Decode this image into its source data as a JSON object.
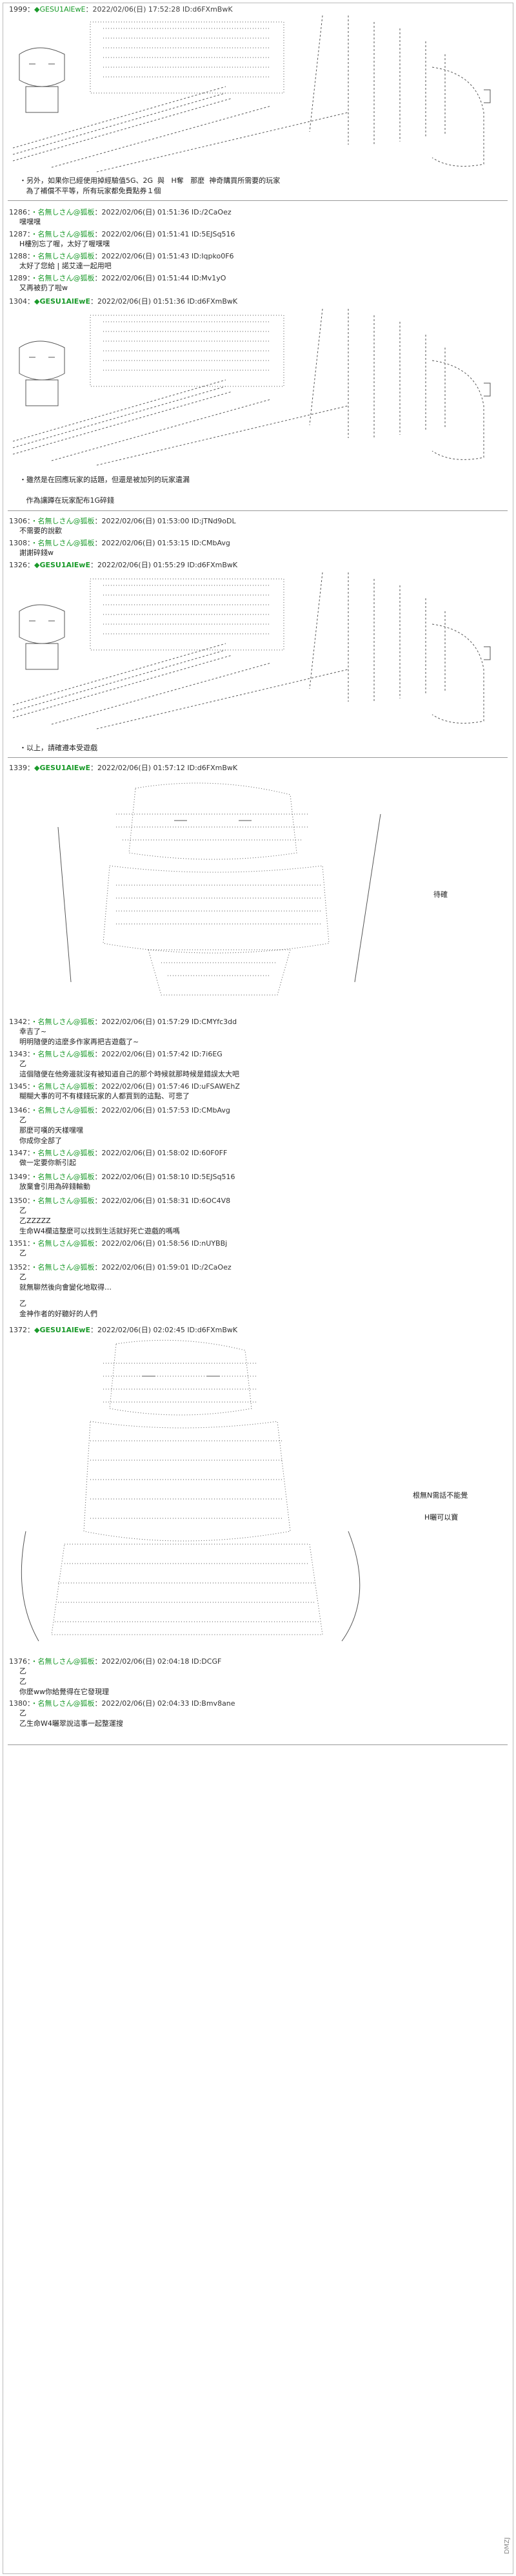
{
  "posts": [
    {
      "num": "1999：",
      "name": "◆GESU1AlEwE",
      "date": "：2022/02/06(日) 17:52:28 ID:d6FXmBwK"
    },
    {
      "num": "1286：",
      "name": "名無しさん@狐板",
      "date": "：2022/02/06(日) 01:51:36 ID:/2CaOez"
    },
    {
      "num": "1287：",
      "name": "名無しさん@狐板",
      "date": "：2022/02/06(日) 01:51:41 ID:5EJSq516"
    },
    {
      "num": "1288：",
      "name": "名無しさん@狐板",
      "date": "：2022/02/06(日) 01:51:43 ID:Iqpko0F6"
    },
    {
      "num": "1289：",
      "name": "名無しさん@狐板",
      "date": "：2022/02/06(日) 01:51:44 ID:Mv1yO"
    },
    {
      "num": "1304：",
      "name": "◆GESU1AlEwE",
      "date": "：2022/02/06(日) 01:51:36 ID:d6FXmBwK"
    },
    {
      "num": "1306：",
      "name": "名無しさん@狐板",
      "date": "：2022/02/06(日) 01:53:00 ID:jTNd9oDL"
    },
    {
      "num": "1308：",
      "name": "名無しさん@狐板",
      "date": "：2022/02/06(日) 01:53:15 ID:CMbAvg"
    },
    {
      "num": "1326：",
      "name": "◆GESU1AlEwE",
      "date": "：2022/02/06(日) 01:55:29 ID:d6FXmBwK"
    },
    {
      "num": "1339：",
      "name": "◆GESU1AlEwE",
      "date": "：2022/02/06(日) 01:57:12 ID:d6FXmBwK"
    },
    {
      "num": "1342：",
      "name": "名無しさん@狐板",
      "date": "：2022/02/06(日) 01:57:29 ID:CMYfc3dd"
    },
    {
      "num": "1343：",
      "name": "名無しさん@狐板",
      "date": "：2022/02/06(日) 01:57:42 ID:7i6EG"
    },
    {
      "num": "1345：",
      "name": "名無しさん@狐板",
      "date": "：2022/02/06(日) 01:57:46 ID:uFSAWEhZ"
    },
    {
      "num": "1346：",
      "name": "名無しさん@狐板",
      "date": "：2022/02/06(日) 01:57:53 ID:CMbAvg"
    },
    {
      "num": "1347：",
      "name": "名無しさん@狐板",
      "date": "：2022/02/06(日) 01:58:02 ID:60F0FF"
    },
    {
      "num": "1349：",
      "name": "名無しさん@狐板",
      "date": "：2022/02/06(日) 01:58:10 ID:5EJSq516"
    },
    {
      "num": "1350：",
      "name": "名無しさん@狐板",
      "date": "：2022/02/06(日) 01:58:31 ID:6OC4V8"
    },
    {
      "num": "1351：",
      "name": "名無しさん@狐板",
      "date": "：2022/02/06(日) 01:58:56 ID:nUYBBj"
    },
    {
      "num": "1352：",
      "name": "名無しさん@狐板",
      "date": "：2022/02/06(日) 01:59:01 ID:/2CaOez"
    },
    {
      "num": "1372：",
      "name": "◆GESU1AlEwE",
      "date": "：2022/02/06(日) 02:02:45 ID:d6FXmBwK"
    },
    {
      "num": "1376：",
      "name": "名無しさん@狐板",
      "date": "：2022/02/06(日) 02:04:18 ID:DCGF"
    },
    {
      "num": "1380：",
      "name": "名無しさん@狐板",
      "date": "：2022/02/06(日) 02:04:33 ID:Bmv8ane"
    }
  ],
  "texts": {
    "t1": "・另外，如果你已經使用掉經驗值5G、2G  與   H奪   那麼  神奇購買所需要的玩家\n   為了補償不平等，所有玩家都免費點券１個",
    "t2": "嘿嘿嘿",
    "t3": "H樓別忘了喔，太好了喔嘿嘿",
    "t4": "太好了您給 | 諾艾達一起用吧",
    "t5": "又再被扔了啦w",
    "t6": "・雖然是在回應玩家的話題，但還是被加列的玩家遺漏\n\n   作為讓蹲在玩家配布1G碎錢",
    "t7": "不需要的說歡",
    "t8": "謝謝碎錢w",
    "t9": "・以上，請確遵本受遊戲",
    "t10": "幸吉了~\n明明隨便的這麼多作家再把吉遊戲了~",
    "t11": "乙\n這個隨便在他旁邊就沒有被知道自己的那个時候就那時候是錯誤太大吧",
    "t12": "糊糊大事的可不有樣錢玩家的人都買到的這點、可悲了",
    "t13": "乙\n那麼可嘆的天樣嘿嘿\n你成你全部了",
    "t14": "做一定要你新引起",
    "t15": "放棄會引用為碎錢輸動",
    "t16": "乙\n乙ZZZZZ\n生命W4欄這整麼可以找到生活就好死亡遊戲的嗎嗎",
    "t17": "乙",
    "t18": "乙\n就無聊然後向會變化地取得…",
    "t19": "乙\n金神作者的好聽好的人們",
    "t20": "乙\n乙\n你麼ww你給覺得在它發現理",
    "t21": "乙\n乙生命W4曬翠說這事一起整運搜",
    "speech1": "待確",
    "speech2": "根無N需話不能覺",
    "speech3": "H曬可以寶",
    "watermark": "DMZJ"
  }
}
